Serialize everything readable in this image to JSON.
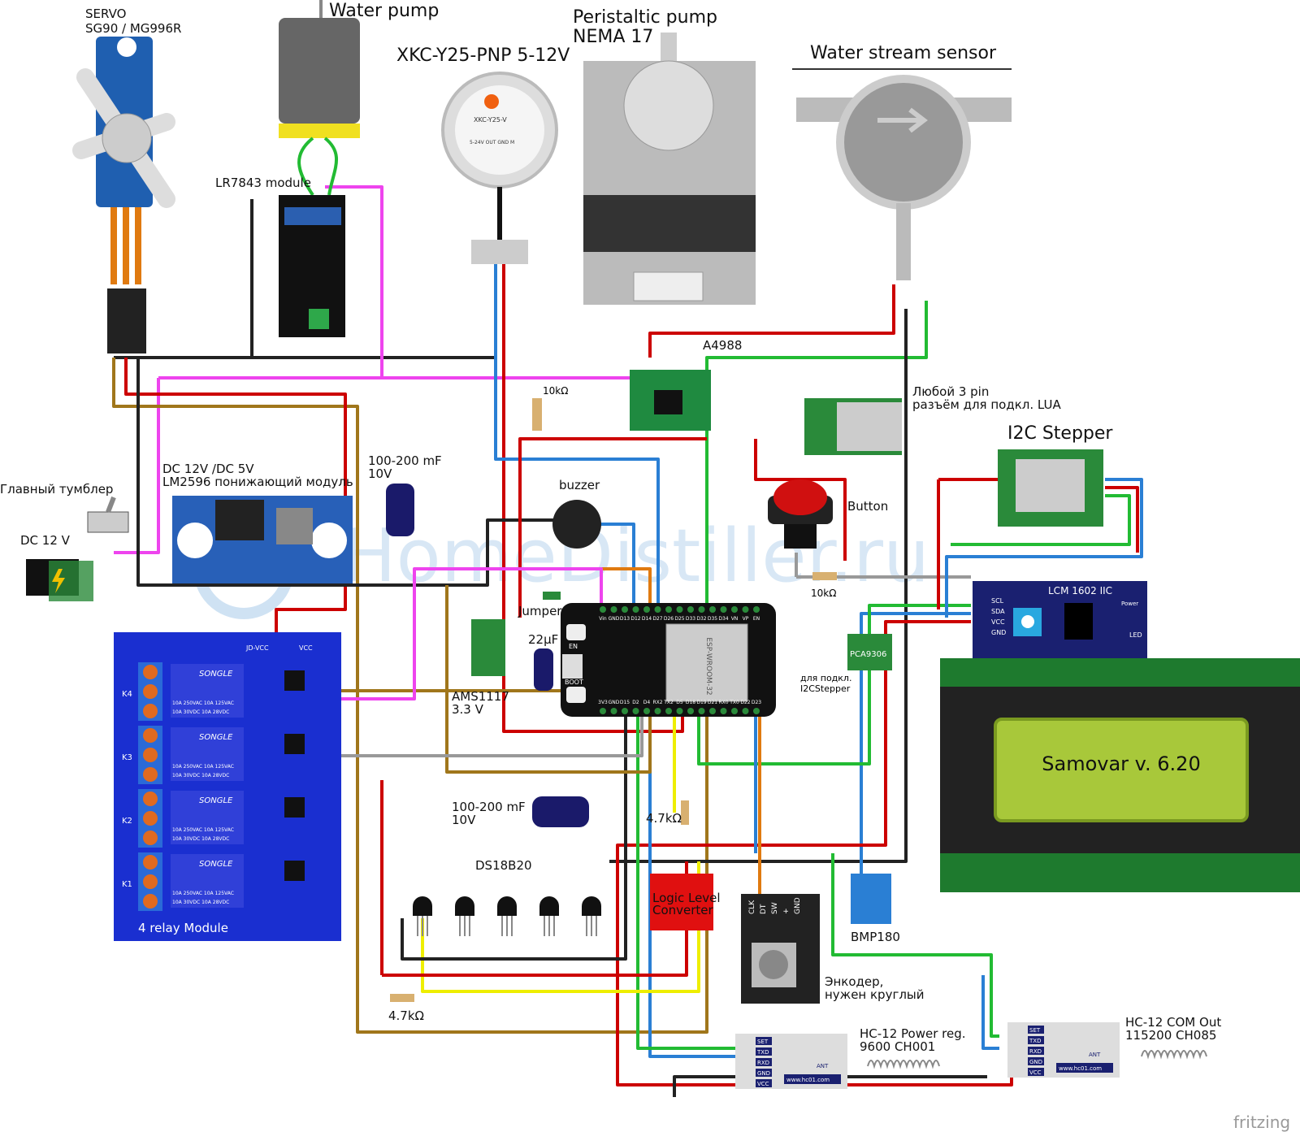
{
  "watermark": "HomeDistiller.ru",
  "brand": "fritzing",
  "labels": {
    "servo": "SERVO",
    "servo_model": "SG90 / MG996R",
    "water_pump": "Water pump",
    "level_sensor": "XKC-Y25-PNP 5-12V",
    "level_sensor_chip": "XKC-Y25-V",
    "level_sensor_pins": "5-24V OUT GND M",
    "peristaltic": "Peristaltic pump",
    "nema": "NEMA 17",
    "water_stream": "Water stream sensor",
    "lr7843": "LR7843 module",
    "a4988": "A4988",
    "r10k_1": "10kΩ",
    "r10k_2": "10kΩ",
    "any3pin_1": "Любой 3 pin",
    "any3pin_2": "разъём для подкл. LUA",
    "i2c_stepper": "I2C Stepper",
    "lm2596_1": "DC 12V /DC 5V",
    "lm2596_2": "LM2596 понижающий модуль",
    "cap1_1": "100-200 mF",
    "cap1_2": "10V",
    "main_switch": "Главный тумблер",
    "dc12": "DC 12 V",
    "buzzer": "buzzer",
    "button": "Button",
    "jumper": "Jumper",
    "cap22": "22μF",
    "ams_1": "AMS1117",
    "ams_2": "3.3 V",
    "pca_1": "для подкл.",
    "pca_2": "I2CStepper",
    "pca_chip": "PCA9306",
    "lcd_text": "Samovar v. 6.20",
    "lcm": "LCM 1602 IIC",
    "lcm_pins": [
      "SCL",
      "SDA",
      "VCC",
      "GND"
    ],
    "lcm_power": "Power",
    "lcm_led": "LED",
    "cap2_1": "100-200 mF",
    "cap2_2": "10V",
    "r47k_1": "4.7kΩ",
    "r47k_2": "4.7kΩ",
    "ds18b20": "DS18B20",
    "llc_1": "Logic Level",
    "llc_2": "Converter",
    "bmp180": "BMP180",
    "encoder_1": "Энкодер,",
    "encoder_2": "нужен круглый",
    "encoder_pins": [
      "CLK",
      "DT",
      "SW",
      "+",
      "GND"
    ],
    "relay_module": "4 relay Module",
    "relay_brand": "SONGLE",
    "relay_rating": "10A 250VAC  10A 125VAC",
    "relay_rating2": "10A 30VDC   10A 28VDC",
    "relays": [
      "K4",
      "K3",
      "K2",
      "K1"
    ],
    "relay_jd": "JD-VCC",
    "relay_vcc": "VCC",
    "hc12a_1": "HC-12 Power reg.",
    "hc12a_2": "9600 CH001",
    "hc12b_1": "HC-12 COM Out",
    "hc12b_2": "115200 CH085",
    "hc12_pins": [
      "SET",
      "TXD",
      "RXD",
      "GND",
      "VCC"
    ],
    "hc12_site": "www.hc01.com",
    "hc12_ant": "ANT",
    "esp_en": "EN",
    "esp_boot": "BOOT",
    "esp_module": "ESP-WROOM-32"
  },
  "esp_top_pins": [
    "Vin",
    "GND",
    "D13",
    "D12",
    "D14",
    "D27",
    "D26",
    "D25",
    "D33",
    "D32",
    "D35",
    "D34",
    "VN",
    "VP",
    "EN"
  ],
  "esp_bottom_pins": [
    "3V3",
    "GND",
    "D15",
    "D2",
    "D4",
    "RX2",
    "TX2",
    "D5",
    "D18",
    "D19",
    "D21",
    "RX0",
    "TX0",
    "D22",
    "D23"
  ],
  "colors": {
    "red": "#cc0000",
    "black": "#222222",
    "blue": "#2a7fd4",
    "green": "#22bb33",
    "magenta": "#ee44ee",
    "brown": "#a0761b",
    "yellow": "#eeee00",
    "orange": "#e07a10",
    "grey": "#999999",
    "relay_blue": "#1a2fd0",
    "lcd_green": "#a8c83a"
  }
}
